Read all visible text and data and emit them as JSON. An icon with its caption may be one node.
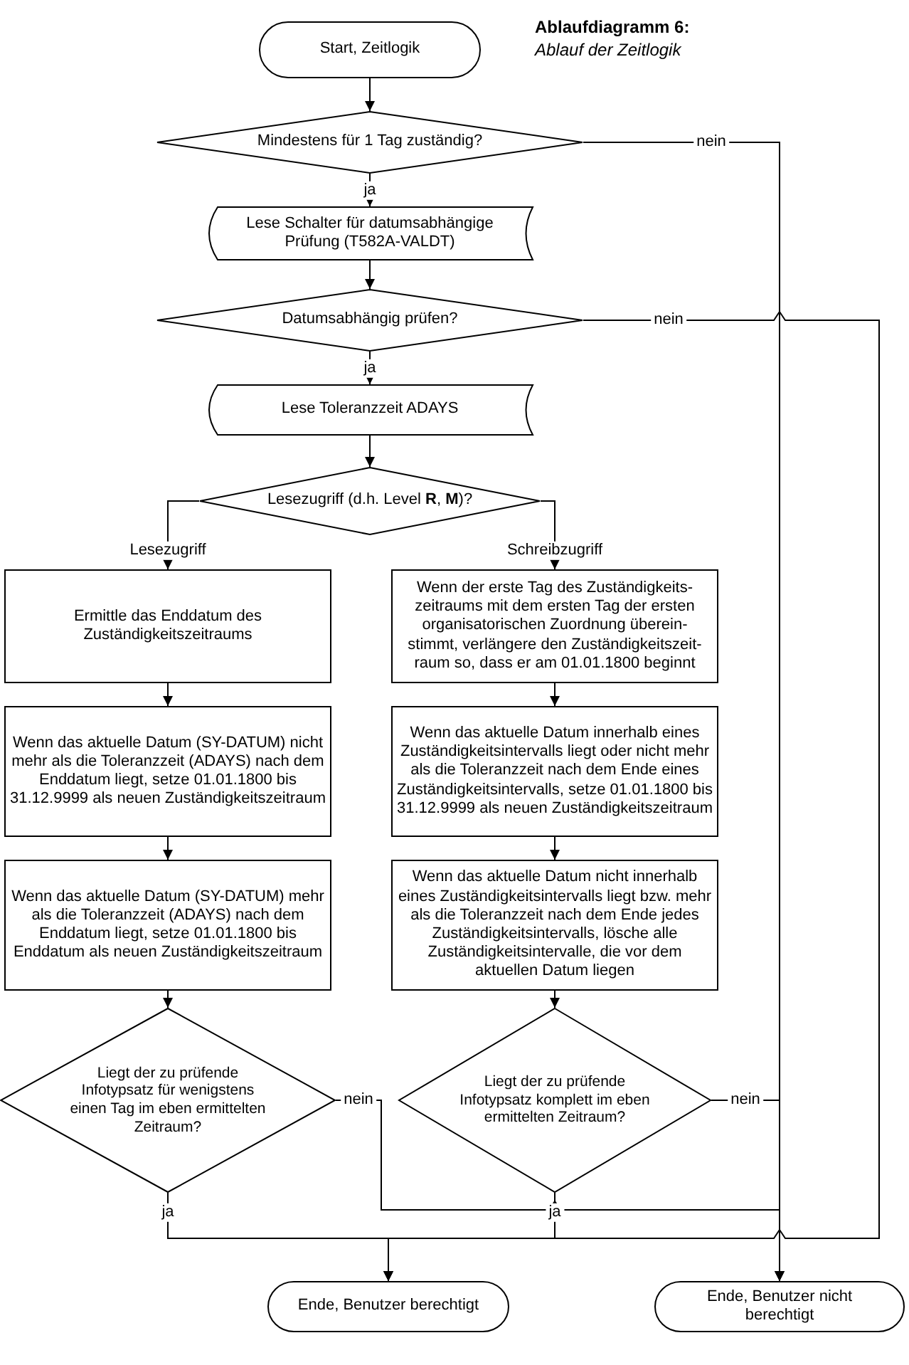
{
  "diagram": {
    "title": "Ablaufdiagramm 6:",
    "caption": "Ablauf der Zeitlogik",
    "nodes": [
      {
        "text": [
          "Start, Zeitlogik"
        ]
      },
      {
        "text": [
          "Mindestens für 1 Tag zuständig?"
        ]
      },
      {
        "text": [
          "Lese Schalter für datumsabhängige Prüfung (T582A-VALDT)"
        ]
      },
      {
        "text": [
          "Datumsabhängig prüfen?"
        ]
      },
      {
        "text": [
          "Lese Toleranzzeit ADAYS"
        ]
      },
      {
        "text": [
          "Lesezugriff (d.h. Level **R**, **M**)?"
        ]
      },
      {
        "text": [
          "Ermittle das Enddatum des Zuständigkeitszeitraums"
        ]
      },
      {
        "text": [
          "Wenn der erste Tag des Zuständigkeits- zeitraums mit dem ersten Tag der ersten organisatorischen Zuordnung überein- stimmt, verlängere den Zuständigkeitszeit- raum so, dass er am 01.01.1800 beginnt"
        ]
      },
      {
        "text": [
          "Wenn das aktuelle Datum (SY-DATUM) nicht mehr als die Toleranzzeit (ADAYS) nach dem Enddatum liegt,  setze 01.01.1800 bis 31.12.9999 als neuen Zuständigkeitszeitraum"
        ]
      },
      {
        "text": [
          "Wenn das aktuelle Datum innerhalb eines Zuständigkeitsintervalls liegt oder nicht mehr als die Toleranzzeit nach dem Ende eines Zuständigkeitsintervalls, setze 01.01.1800 bis 31.12.9999 als neuen Zuständigkeitszeitraum"
        ]
      },
      {
        "text": [
          "Wenn das aktuelle Datum (SY-DATUM) mehr als die Toleranzzeit (ADAYS) nach dem Enddatum liegt, setze 01.01.1800 bis Enddatum als neuen Zuständigkeitszeitraum"
        ]
      },
      {
        "text": [
          "Wenn das aktuelle Datum nicht innerhalb eines Zuständigkeitsintervalls liegt bzw. mehr als die Toleranzzeit nach dem Ende jedes Zuständigkeitsintervalls, lösche alle Zuständigkeitsintervalle, die vor dem aktuellen Datum liegen"
        ]
      },
      {
        "text": [
          "Liegt der zu prüfende Infotypsatz für wenigstens einen Tag im eben ermittelten Zeitraum?"
        ]
      },
      {
        "text": [
          "Liegt der zu prüfende Infotypsatz komplett im eben ermittelten Zeitraum?"
        ]
      },
      {
        "text": [
          "Ende, Benutzer berechtigt"
        ]
      },
      {
        "text": [
          "Ende, Benutzer nicht berechtigt"
        ]
      }
    ],
    "edges": [
      {
        "from": 0,
        "to": 1,
        "arrow": "to"
      },
      {
        "from": 1,
        "to": 2,
        "arrow": "to",
        "label": "ja"
      },
      {
        "from": 1,
        "to": 15,
        "arrow": "to",
        "label": "nein"
      },
      {
        "from": 2,
        "to": 3,
        "arrow": "to"
      },
      {
        "from": 3,
        "to": 4,
        "arrow": "to",
        "label": "ja"
      },
      {
        "from": 3,
        "to": 14,
        "arrow": "to",
        "label": "nein"
      },
      {
        "from": 4,
        "to": 5,
        "arrow": "to"
      },
      {
        "from": 5,
        "to": 6,
        "arrow": "to",
        "label": "Lesezugriff"
      },
      {
        "from": 5,
        "to": 7,
        "arrow": "to",
        "label": "Schreibzugriff"
      },
      {
        "from": 6,
        "to": 8,
        "arrow": "to"
      },
      {
        "from": 7,
        "to": 9,
        "arrow": "to"
      },
      {
        "from": 8,
        "to": 10,
        "arrow": "to"
      },
      {
        "from": 9,
        "to": 11,
        "arrow": "to"
      },
      {
        "from": 10,
        "to": 12,
        "arrow": "to"
      },
      {
        "from": 11,
        "to": 13,
        "arrow": "to"
      },
      {
        "from": 12,
        "to": 14,
        "arrow": "to",
        "label": "ja"
      },
      {
        "from": 12,
        "to": 15,
        "arrow": "to",
        "label": "nein"
      },
      {
        "from": 13,
        "to": 14,
        "arrow": "to",
        "label": "ja"
      },
      {
        "from": 13,
        "to": 15,
        "arrow": "to",
        "label": "nein"
      }
    ]
  }
}
